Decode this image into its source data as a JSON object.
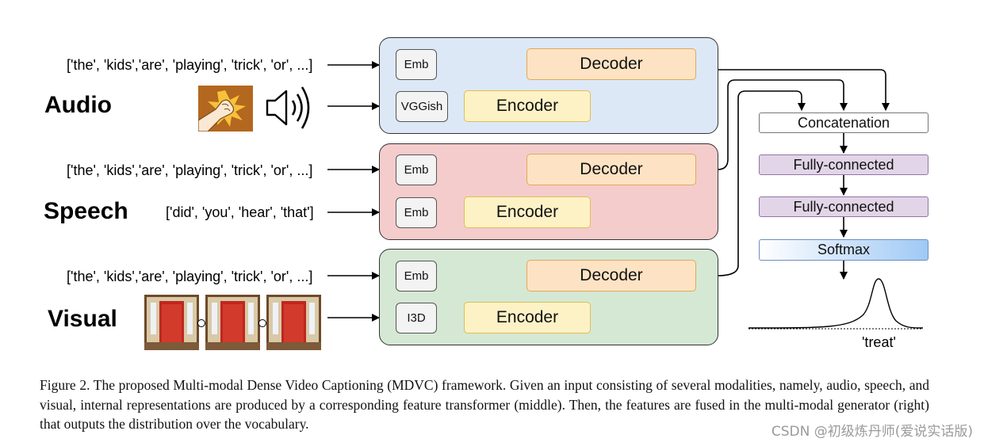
{
  "modalities": [
    {
      "label": "Audio",
      "input_tokens": "['the', 'kids','are', 'playing', 'trick', 'or', ...]",
      "emb": "Emb",
      "feature": "VGGish",
      "decoder": "Decoder",
      "encoder": "Encoder",
      "panel_color": "#dde8f7"
    },
    {
      "label": "Speech",
      "input_tokens": "['the', 'kids','are', 'playing', 'trick', 'or', ...]",
      "speech_tokens": "['did', 'you', 'hear', 'that']",
      "emb": "Emb",
      "feature": "Emb",
      "decoder": "Decoder",
      "encoder": "Encoder",
      "panel_color": "#f5cccc"
    },
    {
      "label": "Visual",
      "input_tokens": "['the', 'kids','are', 'playing', 'trick', 'or', ...]",
      "emb": "Emb",
      "feature": "I3D",
      "decoder": "Decoder",
      "encoder": "Encoder",
      "panel_color": "#d5e8d4"
    }
  ],
  "generator": {
    "concat": "Concatenation",
    "fc1": "Fully-connected",
    "fc2": "Fully-connected",
    "softmax": "Softmax",
    "output_word": "'treat'"
  },
  "caption": "Figure 2. The proposed Multi-modal Dense Video Captioning (MDVC) framework. Given an input consisting of several modalities, namely, audio, speech, and visual, internal representations are produced by a corresponding feature transformer (middle). Then, the features are fused in the multi-modal generator (right) that outputs the distribution over the vocabulary.",
  "watermark": "CSDN @初级炼丹师(爱说实话版)",
  "colors": {
    "fc_fill": "#e1d5e7",
    "fc_border": "#9673a6",
    "softmax_border": "#6c8ebf"
  }
}
